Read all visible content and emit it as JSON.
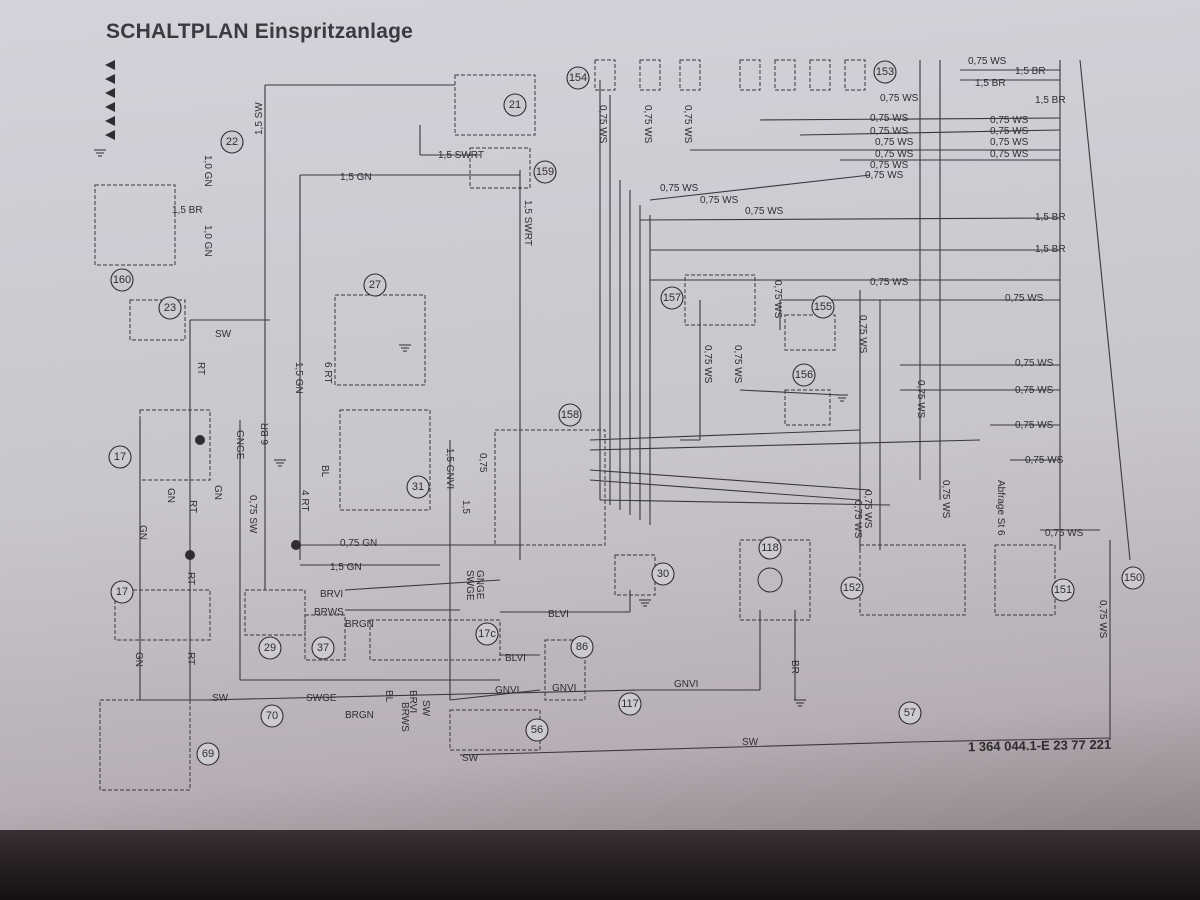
{
  "title": "SCHALTPLAN Einspritzanlage",
  "doc_number": "1 364 044.1-E 23 77 221",
  "components": [
    "22",
    "21",
    "159",
    "160",
    "23",
    "27",
    "17",
    "31",
    "158",
    "17",
    "29",
    "37",
    "17c",
    "86",
    "30",
    "118",
    "70",
    "117",
    "56",
    "69",
    "57",
    "154",
    "153",
    "157",
    "155",
    "156",
    "152",
    "151",
    "150"
  ],
  "wire_labels": [
    "1,5 SW",
    "1,0 GN",
    "1,5 BR",
    "1,0 GN",
    "1,5 SWRT",
    "1,5 GN",
    "1,5 SWRT",
    "SW",
    "RT",
    "6 RT",
    "1,5 GN",
    "GNGE",
    "6 BR",
    "BL",
    "4 RT",
    "GN",
    "0,75 SW",
    "1,5 GNVI",
    "0,75",
    "1,5",
    "0,75 GN",
    "1,5 GN",
    "GN",
    "RT",
    "GN",
    "RT",
    "GN",
    "RT",
    "SWGE",
    "GNGE",
    "BRVI",
    "BRWS",
    "BRGN",
    "BLVI",
    "BLVI",
    "GNVI",
    "GNVI",
    "GNVI",
    "SW",
    "SWGE",
    "BRGN",
    "BL",
    "BRVI",
    "BRWS",
    "SW",
    "SW",
    "SW",
    "BR",
    "0,75 WS",
    "0,75 WS",
    "0,75 WS",
    "0,75 WS",
    "0,75 WS",
    "0,75 WS",
    "0,75 WS",
    "0,75 WS",
    "0,75 WS",
    "0,75 WS",
    "0,75 WS",
    "0,75 WS",
    "0,75 WS",
    "0,75 WS",
    "0,75 WS",
    "1,5 BR",
    "1,5 BR",
    "1,5 BR",
    "1,5 BR",
    "1,5 BR",
    "0,75 WS",
    "0,75 WS",
    "0,75 WS",
    "0,75 WS",
    "0,75 WS",
    "0,75 WS",
    "0,75 WS",
    "0,75 WS",
    "0,75 WS",
    "0,75 WS",
    "0,75 WS",
    "0,75 WS",
    "0,75 WS",
    "0,75 WS",
    "0,75 WS",
    "0,75 WS",
    "0,75 WS",
    "0,75 WS",
    "0,75 WS",
    "Abfrage St 6"
  ]
}
